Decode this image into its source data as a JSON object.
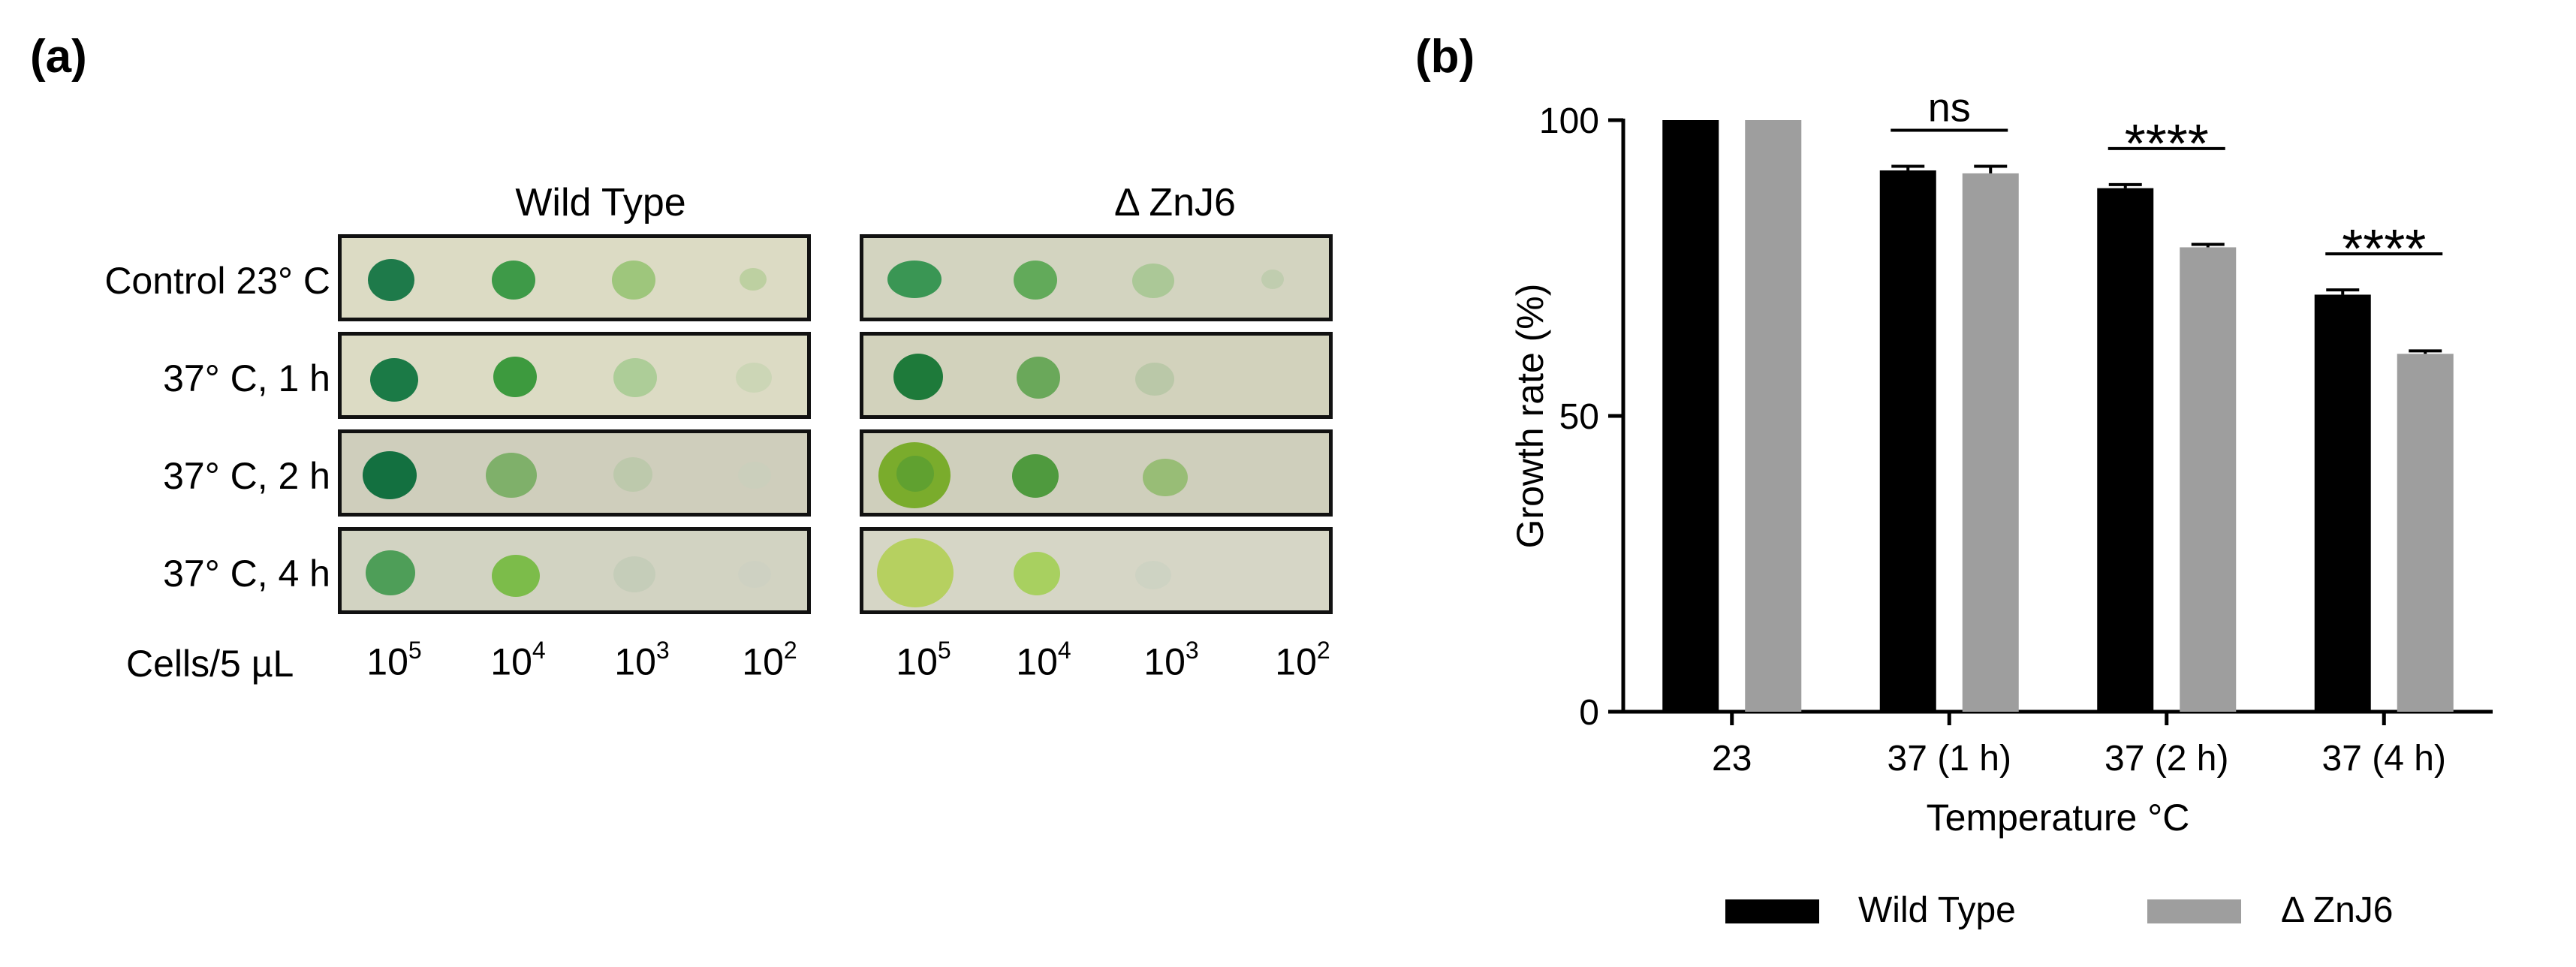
{
  "panel_a": {
    "letter": "(a)",
    "strains": [
      "Wild Type",
      "Δ ZnJ6"
    ],
    "row_labels": [
      "Control 23° C",
      "37° C, 1 h",
      "37° C, 2 h",
      "37° C, 4 h"
    ],
    "cells_label": "Cells/5 µL",
    "dilutions": [
      {
        "base": "10",
        "exp": "5"
      },
      {
        "base": "10",
        "exp": "4"
      },
      {
        "base": "10",
        "exp": "3"
      },
      {
        "base": "10",
        "exp": "2"
      }
    ],
    "colors": {
      "plate_bg": "#d9d8c2",
      "dark_green": "#1f7a48",
      "mid_green": "#3f9a4a",
      "pale_green": "#9cc85a"
    }
  },
  "panel_b": {
    "letter": "(b)"
  },
  "chart_data": {
    "type": "bar",
    "categories": [
      "23",
      "37 (1 h)",
      "37 (2 h)",
      "37 (4 h)"
    ],
    "series": [
      {
        "name": "Wild Type",
        "color": "#000000",
        "values": [
          100,
          91.5,
          88.5,
          70.5
        ],
        "errors": [
          0,
          0.7,
          0.6,
          0.8
        ]
      },
      {
        "name": "Δ ZnJ6",
        "color": "#9e9e9e",
        "values": [
          100,
          91,
          78.5,
          60.5
        ],
        "errors": [
          0,
          1.2,
          0.5,
          0.5
        ]
      }
    ],
    "xlabel": "Temperature °C",
    "ylabel": "Growth rate (%)",
    "ylim": [
      0,
      100
    ],
    "yticks": [
      0,
      50,
      100
    ],
    "annotations": [
      {
        "category": "37 (1 h)",
        "text": "ns"
      },
      {
        "category": "37 (2 h)",
        "text": "****"
      },
      {
        "category": "37 (4 h)",
        "text": "****"
      }
    ],
    "legend_position": "bottom"
  }
}
